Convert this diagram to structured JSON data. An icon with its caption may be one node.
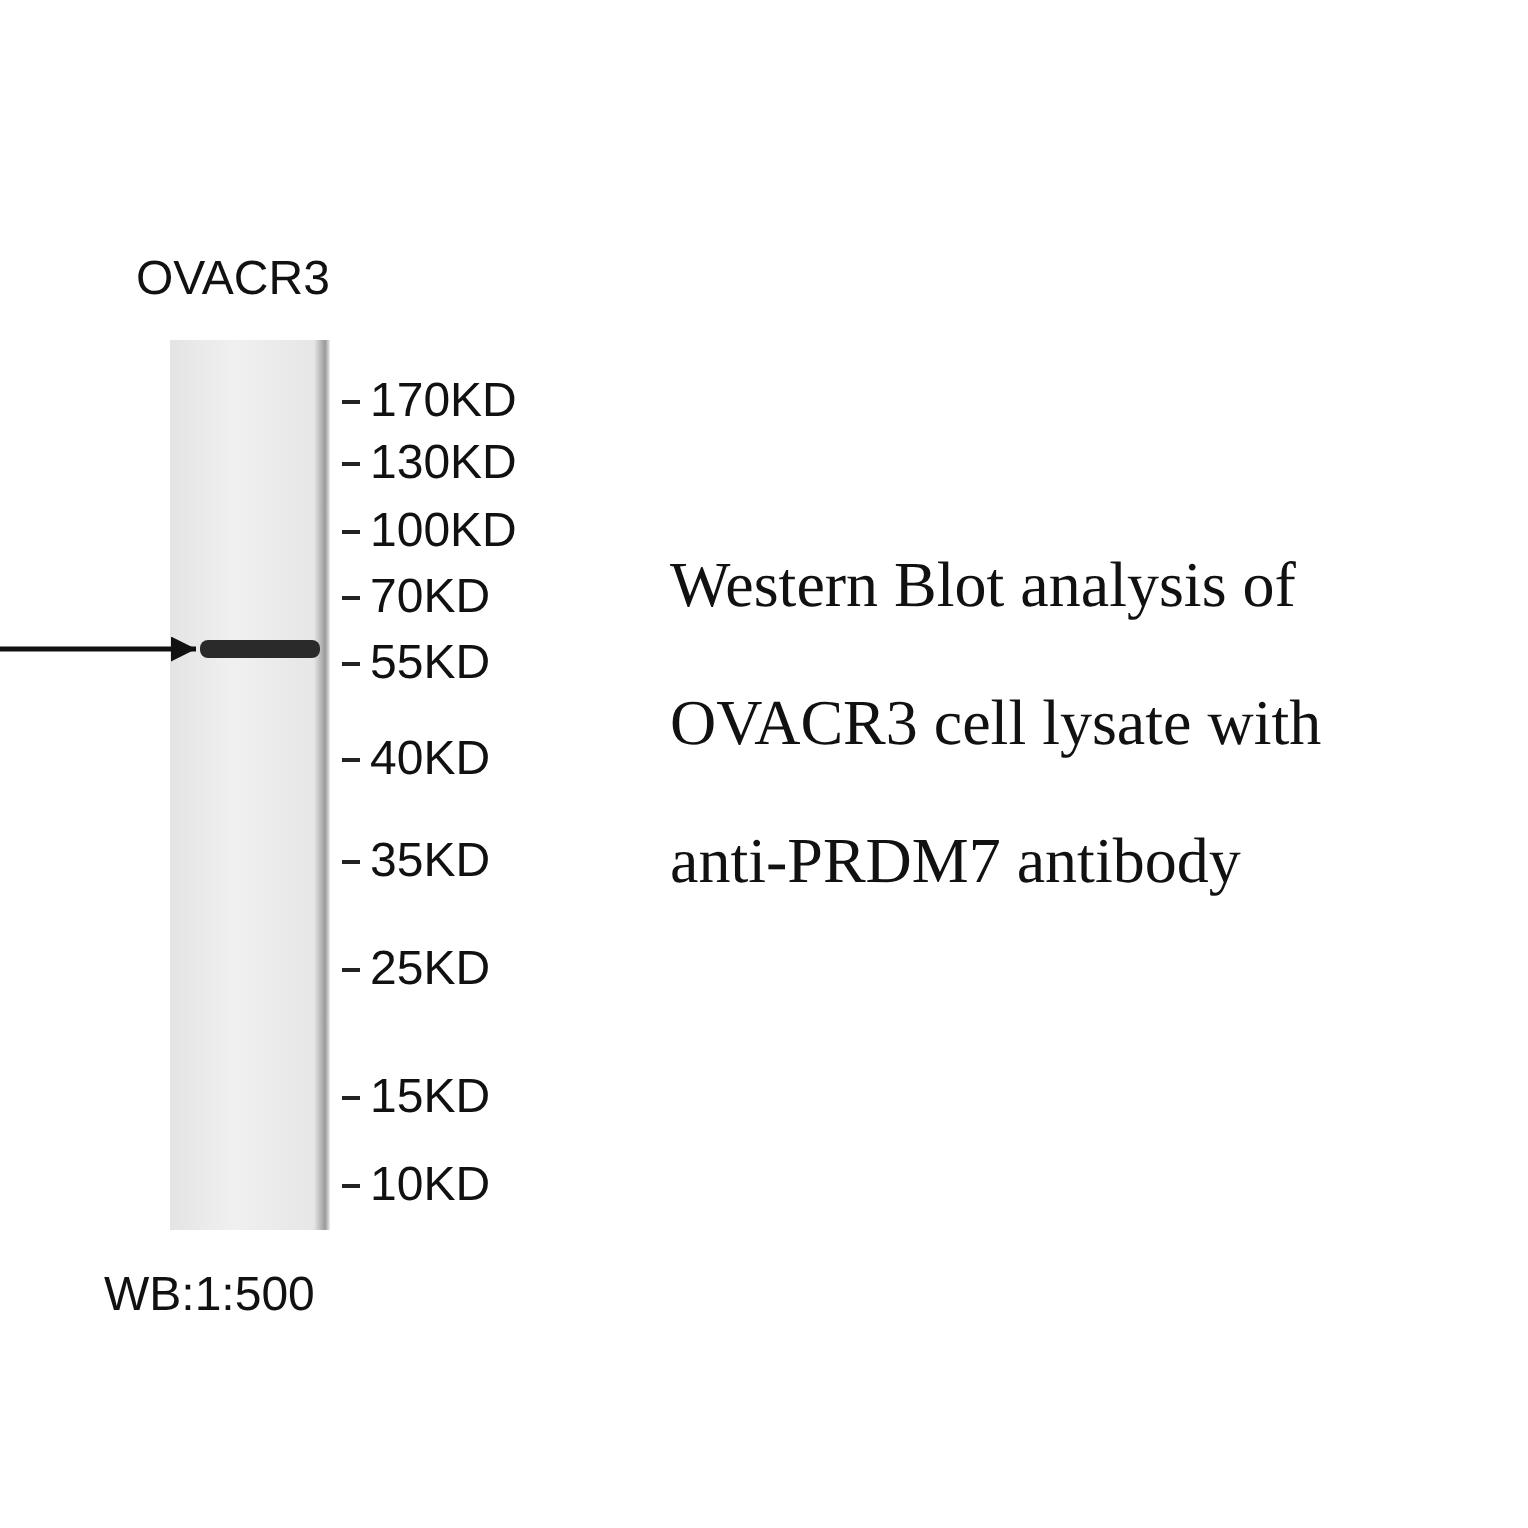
{
  "diagram": {
    "caption": "Western Blot analysis of OVACR3 cell lysate with anti-PRDM7 antibody",
    "nodes": [
      {
        "text": [],
        "shape": "picture"
      },
      {
        "text": [],
        "shape": "bar",
        "in": 0
      }
    ],
    "edges": [
      {
        "from": null,
        "to": 1,
        "arrow": "to"
      }
    ],
    "labels": [
      "OVACR3",
      "170KD",
      "130KD",
      "100KD",
      "70KD",
      "55KD",
      "40KD",
      "35KD",
      "25KD",
      "15KD",
      "10KD",
      "WB:1:500"
    ]
  }
}
